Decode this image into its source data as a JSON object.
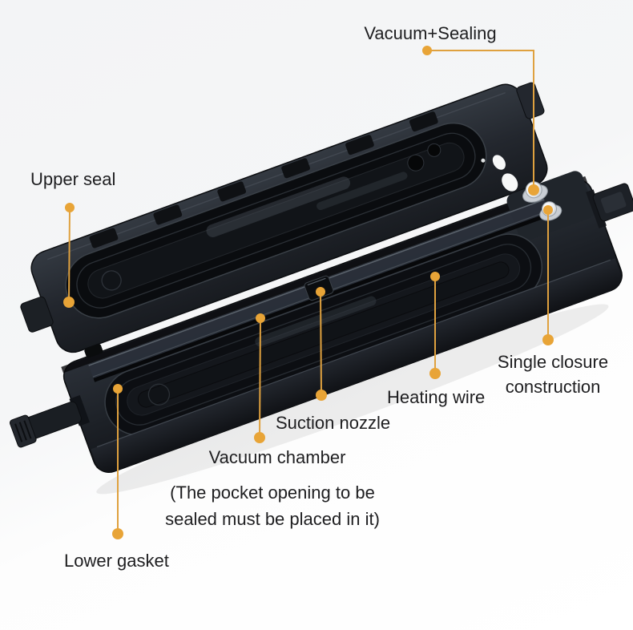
{
  "colors": {
    "accent": "#E8A437",
    "leader": "#DFA13F",
    "background": "#F5F6F7",
    "text": "#1E1E20"
  },
  "diagram": {
    "subject": "vacuum-sealer-open-parts-diagram"
  },
  "annotations": {
    "vacuum_sealing": {
      "label": "Vacuum+Sealing"
    },
    "upper_seal": {
      "label": "Upper seal"
    },
    "single_closure": {
      "label": "Single closure construction"
    },
    "heating_wire": {
      "label": "Heating wire"
    },
    "suction_nozzle": {
      "label": "Suction nozzle"
    },
    "vacuum_chamber": {
      "label": "Vacuum chamber",
      "note": {
        "line1": "(The pocket opening to be",
        "line2": "sealed must be placed in it)"
      }
    },
    "lower_gasket": {
      "label": "Lower gasket"
    }
  }
}
